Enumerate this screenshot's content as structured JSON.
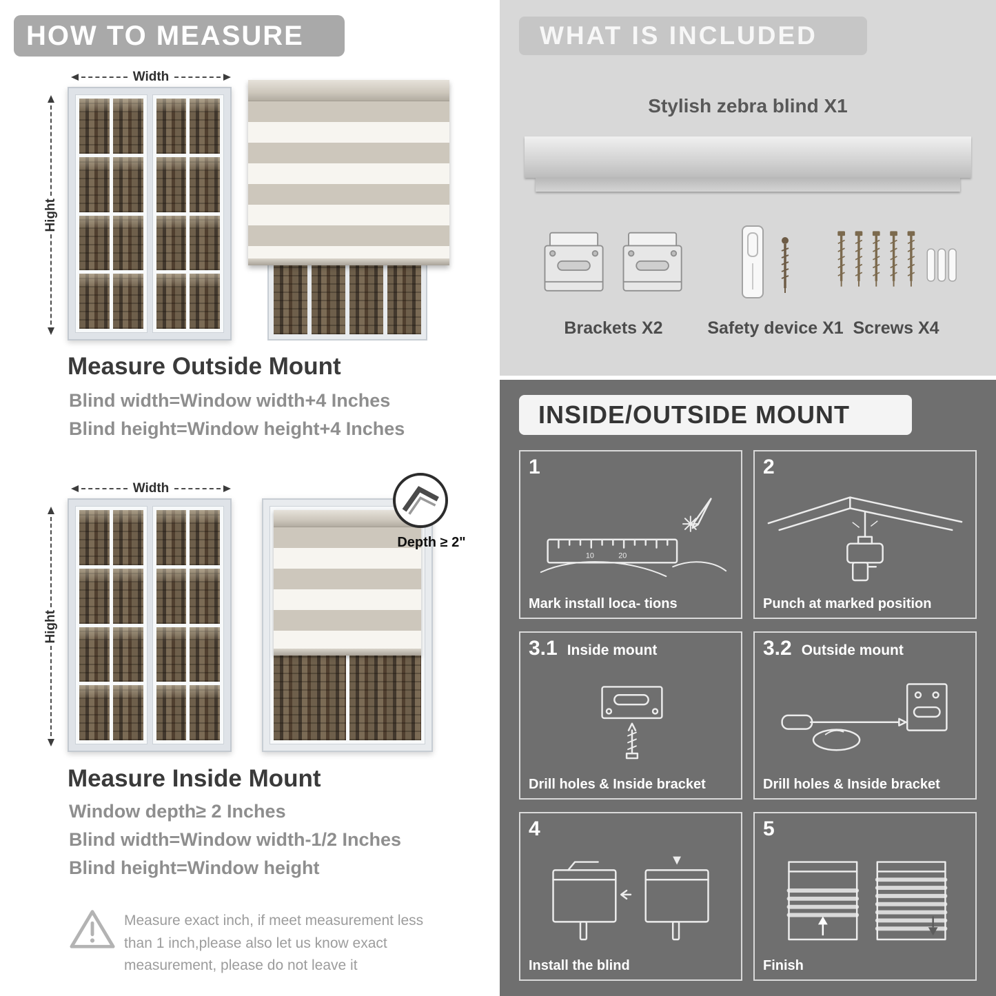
{
  "measure": {
    "header": "HOW TO MEASURE",
    "width_label": "Width",
    "height_label": "Hight",
    "outside": {
      "title": "Measure Outside Mount",
      "lines": [
        "Blind width=Window width+4 Inches",
        "Blind height=Window height+4 Inches"
      ]
    },
    "inside": {
      "depth_callout": "Depth ≥ 2\"",
      "title": "Measure Inside Mount",
      "lines": [
        "Window depth≥ 2 Inches",
        "Blind width=Window width-1/2 Inches",
        "Blind height=Window height"
      ]
    },
    "warning_text": "Measure exact inch, if meet measurement less than 1 inch,please also let us know exact measurement, please do not leave it"
  },
  "included": {
    "header": "WHAT IS INCLUDED",
    "product": "Stylish zebra blind X1",
    "items": [
      {
        "name": "brackets",
        "label": "Brackets X2"
      },
      {
        "name": "safety-device",
        "label": "Safety device X1"
      },
      {
        "name": "screws",
        "label": "Screws X4"
      }
    ]
  },
  "mount": {
    "header": "INSIDE/OUTSIDE MOUNT",
    "steps": [
      {
        "num": "1",
        "title": "",
        "caption": "Mark install loca- tions"
      },
      {
        "num": "2",
        "title": "",
        "caption": "Punch at  marked position"
      },
      {
        "num": "3.1",
        "title": "Inside mount",
        "caption": "Drill holes &  Inside bracket"
      },
      {
        "num": "3.2",
        "title": "Outside mount",
        "caption": "Drill holes &  Inside bracket"
      },
      {
        "num": "4",
        "title": "",
        "caption": "Install the blind"
      },
      {
        "num": "5",
        "title": "",
        "caption": "Finish"
      }
    ]
  }
}
